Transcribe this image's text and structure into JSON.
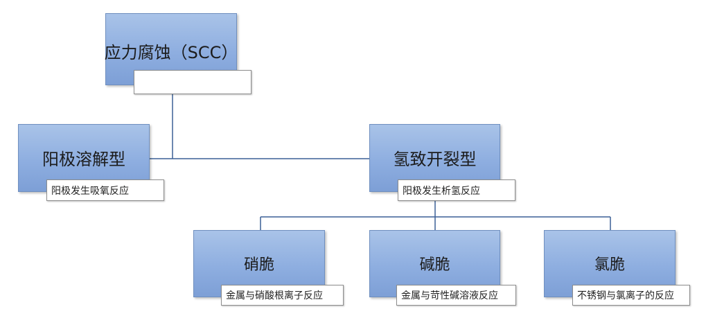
{
  "root": {
    "title": "应力腐蚀（SCC）",
    "subtitle": ""
  },
  "branches": {
    "anodic": {
      "title": "阳极溶解型",
      "subtitle": "阳极发生吸氧反应"
    },
    "hydrogen": {
      "title": "氢致开裂型",
      "subtitle": "阳极发生析氢反应"
    }
  },
  "leaves": {
    "nitrate": {
      "title": "硝脆",
      "subtitle": "金属与硝酸根离子反应"
    },
    "caustic": {
      "title": "碱脆",
      "subtitle": "金属与苛性碱溶液反应"
    },
    "chloride": {
      "title": "氯脆",
      "subtitle": "不锈钢与氯离子的反应"
    }
  },
  "colors": {
    "box_fill": "#8eaee0",
    "line": "#3a5f95"
  }
}
